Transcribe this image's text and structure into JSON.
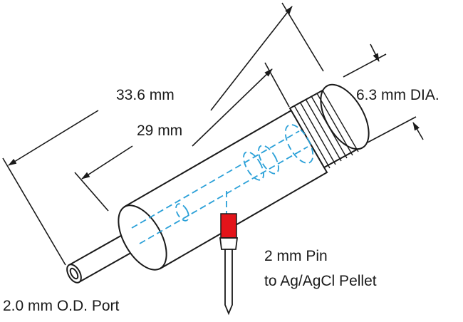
{
  "labels": {
    "overall_length": "33.6 mm",
    "body_length": "29 mm",
    "diameter": "6.3 mm DIA.",
    "pin_line1": "2 mm Pin",
    "pin_line2": "to Ag/AgCl Pellet",
    "port": "2.0 mm O.D. Port"
  },
  "colors": {
    "outline": "#1a1a1a",
    "hidden_lines": "#2aa0d8",
    "pin_highlight": "#e3141a"
  }
}
